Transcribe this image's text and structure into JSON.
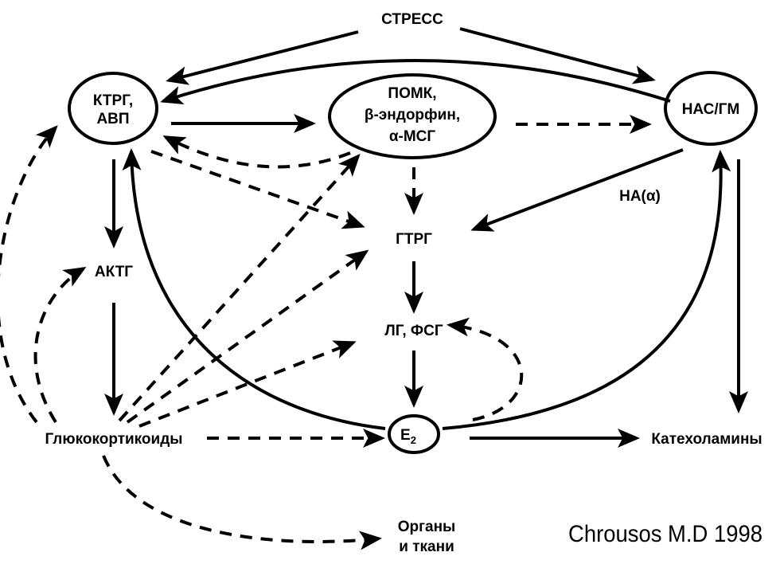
{
  "labels": {
    "stress": "СТРЕСС",
    "crh_line1": "КТРГ,",
    "crh_line2": "АВП",
    "pomc_line1": "ПОМК,",
    "pomc_line2": "β-эндорфин,",
    "pomc_line3": "α-МСГ",
    "nas": "НАС/ГМ",
    "na_alpha": "НА(α)",
    "gnrh": "ГТРГ",
    "actg": "АКТГ",
    "lh_fsh": "ЛГ, ФСГ",
    "glucocorticoids": "Глюкокортикоиды",
    "e2_main": "E",
    "e2_sub": "2",
    "catecholamines": "Катехоламины",
    "organs_line1": "Органы",
    "organs_line2": "и ткани"
  },
  "credit": "Chrousos M.D 1998"
}
